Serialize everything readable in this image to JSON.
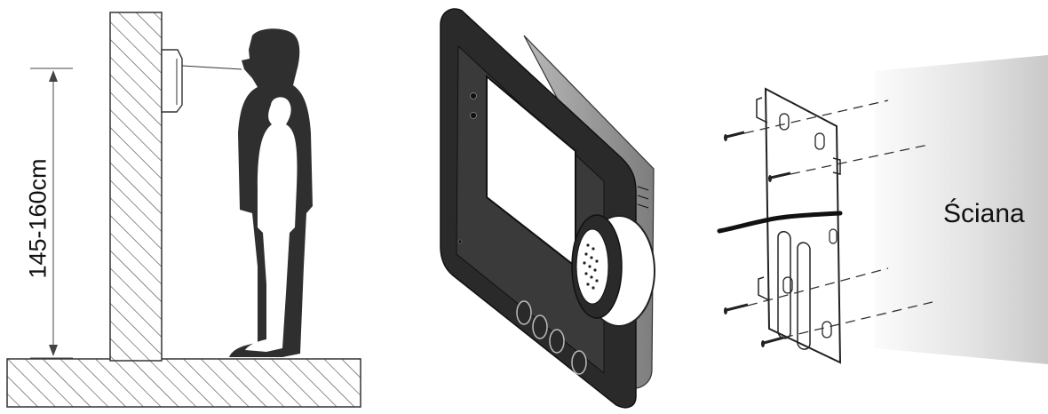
{
  "panels": {
    "height_diagram": {
      "height_label": "145-160cm",
      "icons": [
        "wall-section-icon",
        "floor-section-icon",
        "person-silhouette-icon",
        "child-silhouette-icon",
        "wall-camera-icon",
        "dimension-arrow-icon"
      ]
    },
    "monitor": {
      "icons": [
        "video-monitor-icon",
        "speaker-grille-icon",
        "monitor-button-icon"
      ],
      "button_count": 4
    },
    "mounting": {
      "wall_label": "Ściana",
      "screw_count": 4,
      "icons": [
        "mounting-plate-icon",
        "screw-icon",
        "cable-icon",
        "wall-surface-icon"
      ]
    }
  },
  "colors": {
    "ink": "#222222",
    "silhouette": "#2f2f2f",
    "monitor_body": "#9a9a9a",
    "monitor_frame": "#2a2a2a",
    "wall_gradient_light": "#f6f6f6",
    "wall_gradient_dark": "#c8c8c8"
  }
}
